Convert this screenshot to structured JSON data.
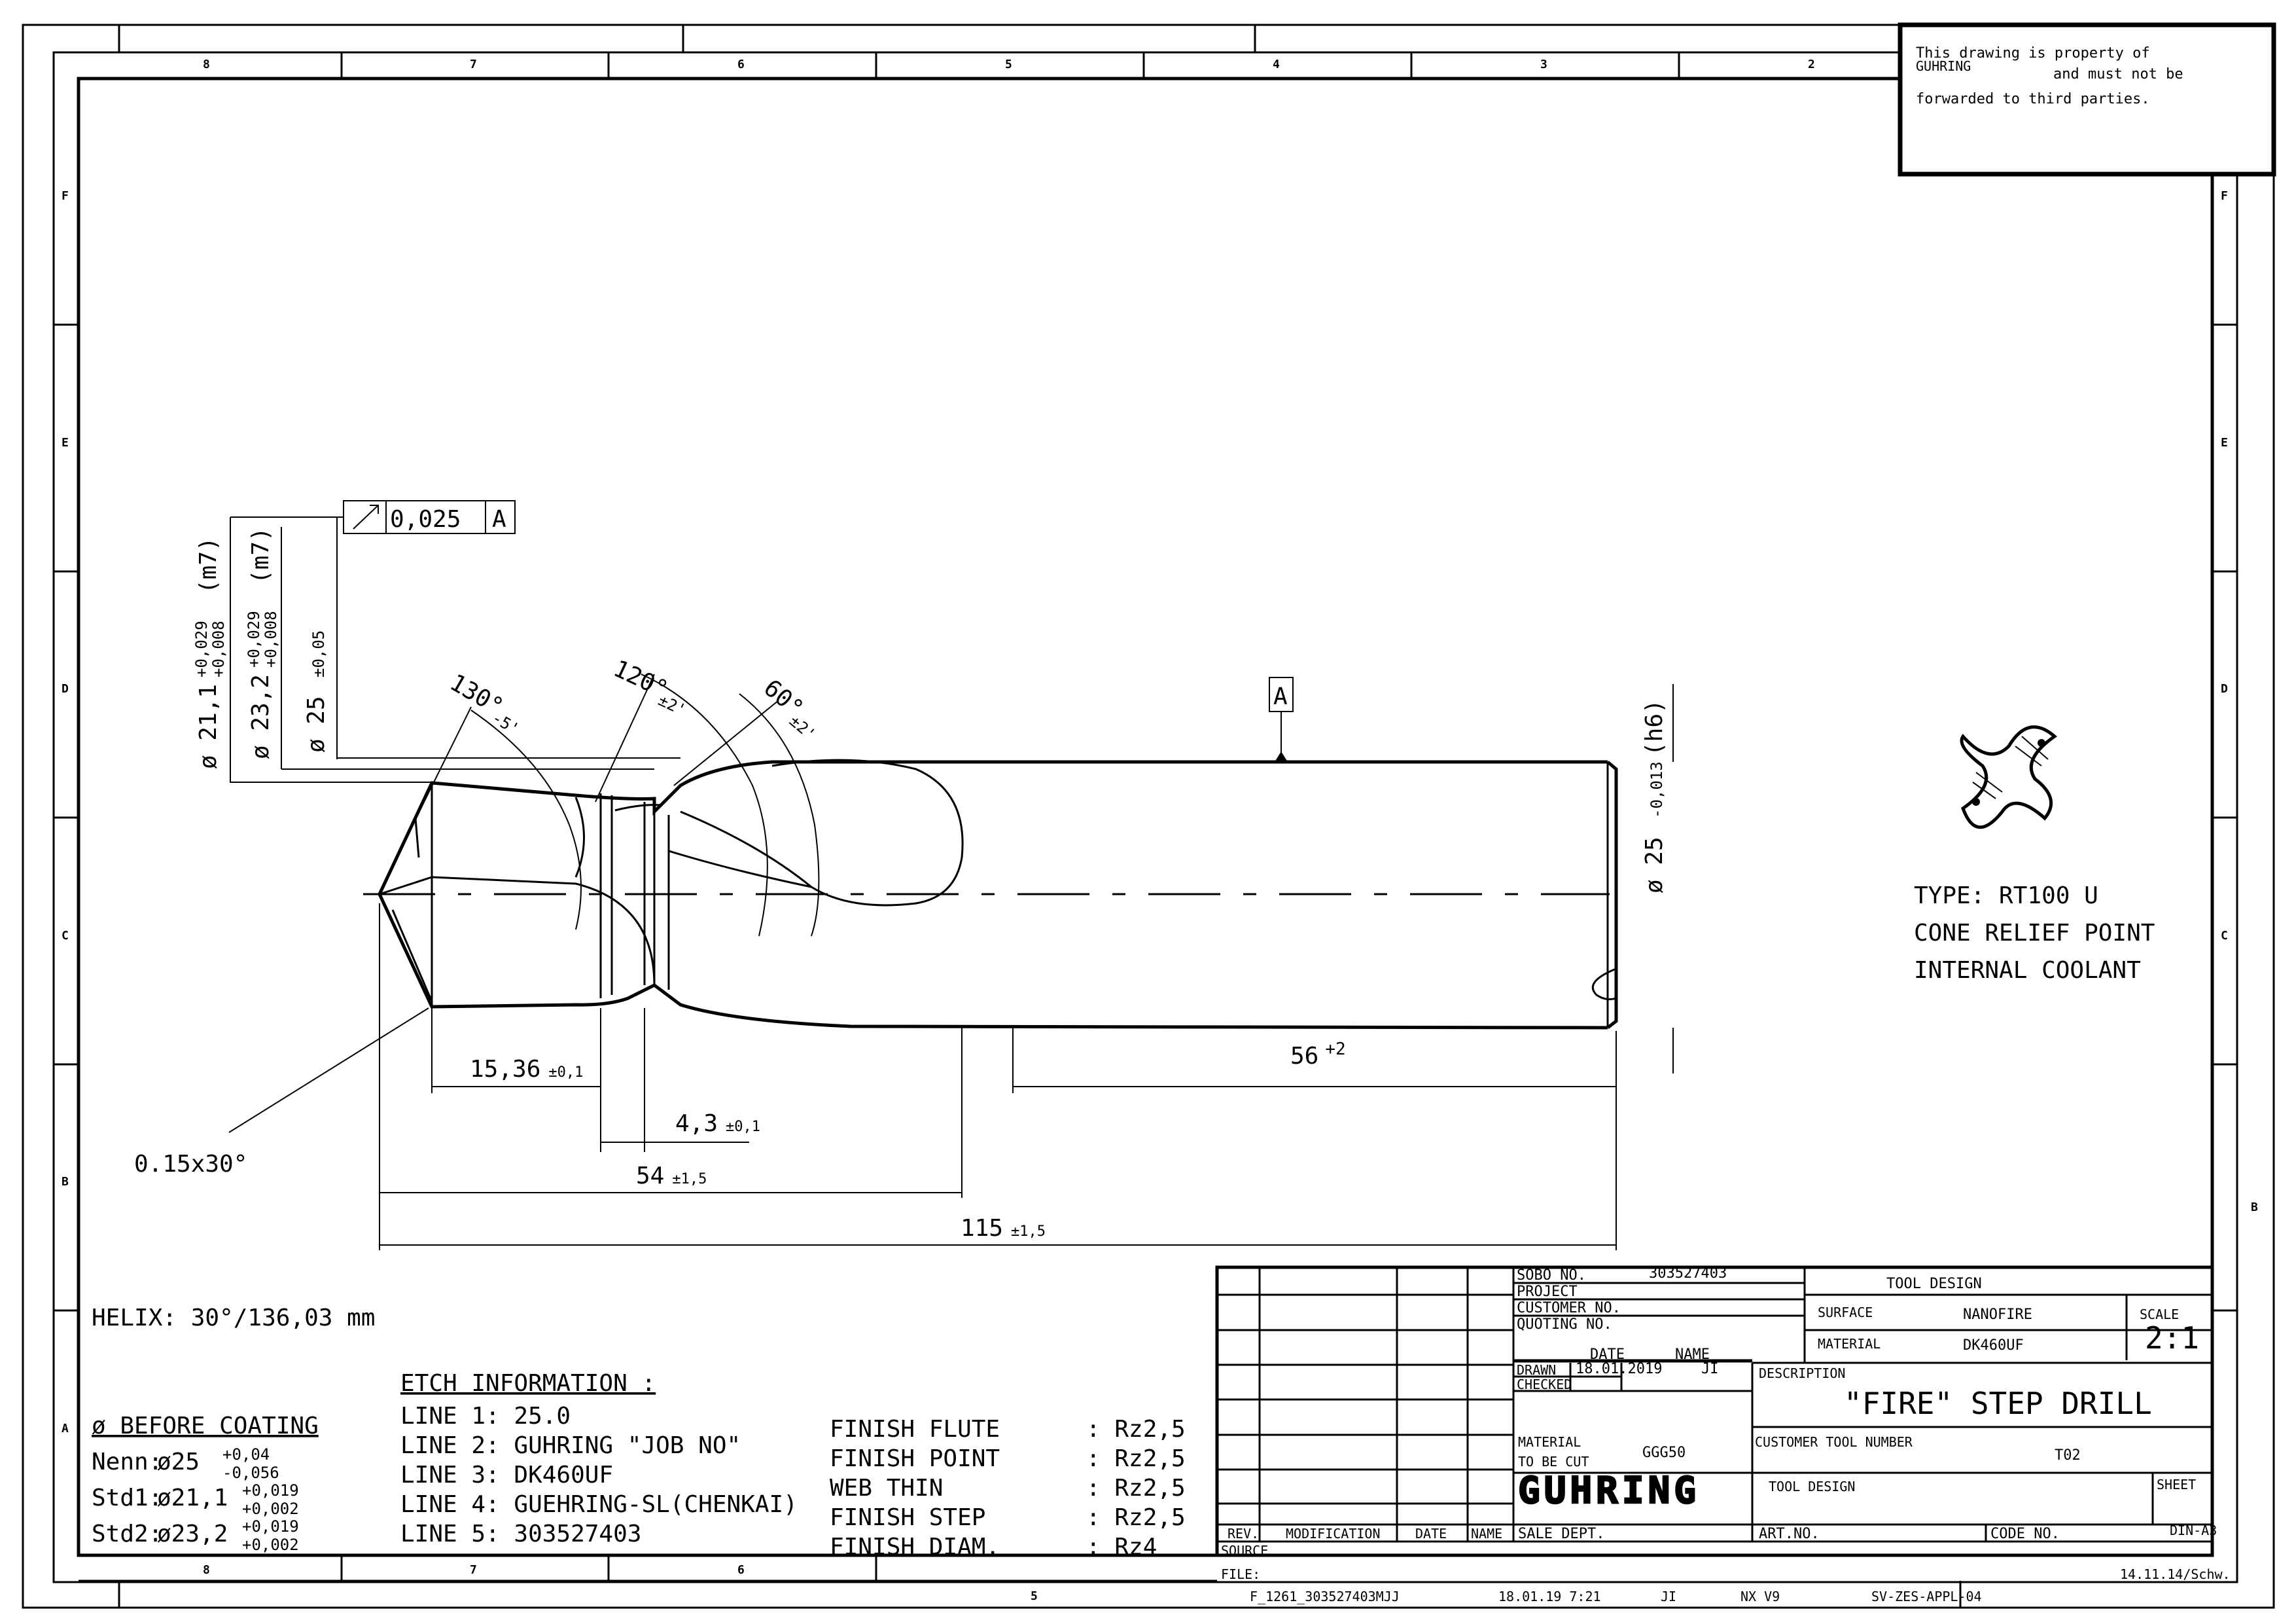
{
  "border": {
    "top_zones": [
      "8",
      "7",
      "6",
      "5",
      "4",
      "3",
      "2"
    ],
    "bottom_zones": [
      "8",
      "7",
      "6"
    ],
    "left_zones": [
      "F",
      "E",
      "D",
      "C",
      "B",
      "A"
    ],
    "right_zones": [
      "F",
      "E",
      "D",
      "C",
      "B"
    ],
    "bottom_center": "5"
  },
  "property_note": {
    "line1": "This drawing is property of",
    "company": "GUHRING",
    "line2": "and must not be",
    "line3": "forwarded to third parties."
  },
  "tolerances": {
    "runout_value": "0,025",
    "runout_datum": "A",
    "datum_label": "A",
    "dia1": "ø 21,1",
    "dia1_tol_upper": "+0,029",
    "dia1_tol_lower": "+0,008",
    "dia1_fit": "(m7)",
    "dia2": "ø 23,2",
    "dia2_tol_upper": "+0,029",
    "dia2_tol_lower": "+0,008",
    "dia2_fit": "(m7)",
    "dia3": "ø 25",
    "dia3_tol": "±0,05",
    "angle1": "130°",
    "angle1_tol": "-5'",
    "angle2": "120°",
    "angle2_tol": "±2'",
    "angle3": "60°",
    "angle3_tol": "±2'",
    "shank_dia": "ø 25",
    "shank_tol": "-0,013",
    "shank_fit": "(h6)",
    "len1": "15,36",
    "len1_tol": "±0,1",
    "len2": "4,3",
    "len2_tol": "±0,1",
    "len3": "54",
    "len3_tol": "±1,5",
    "len4": "115",
    "len4_tol": "±1,5",
    "len5": "56",
    "len5_tol": "+2",
    "chamfer": "0.15x30°"
  },
  "type_info": {
    "line1": "TYPE: RT100 U",
    "line2": "CONE RELIEF POINT",
    "line3": "INTERNAL COOLANT"
  },
  "helix": "HELIX: 30°/136,03 mm",
  "before_coating": {
    "title": "ø BEFORE COATING",
    "nenn_label": "Nenn:",
    "nenn_value": "ø25",
    "nenn_upper": "+0,04",
    "nenn_lower": "-0,056",
    "std1_label": "Std1:",
    "std1_value": "ø21,1",
    "std1_upper": "+0,019",
    "std1_lower": "+0,002",
    "std2_label": "Std2:",
    "std2_value": "ø23,2",
    "std2_upper": "+0,019",
    "std2_lower": "+0,002"
  },
  "etch": {
    "title": "ETCH INFORMATION :",
    "lines": [
      "LINE 1:  25.0",
      "LINE 2:  GUHRING \"JOB NO\"",
      "LINE 3:  DK460UF",
      "LINE 4:  GUEHRING-SL(CHENKAI)",
      "LINE 5:  303527403"
    ]
  },
  "finish": [
    {
      "label": "FINISH FLUTE",
      "value": ": Rz2,5"
    },
    {
      "label": "FINISH POINT",
      "value": ": Rz2,5"
    },
    {
      "label": "WEB THIN",
      "value": ": Rz2,5"
    },
    {
      "label": "FINISH STEP",
      "value": ": Rz2,5"
    },
    {
      "label": "FINISH DIAM.",
      "value": ": Rz4"
    }
  ],
  "title_block": {
    "sobo_label": "SOBO NO.",
    "sobo_value": "303527403",
    "project_label": "PROJECT",
    "customer_label": "CUSTOMER NO.",
    "quoting_label": "QUOTING NO.",
    "date_label": "DATE",
    "name_label": "NAME",
    "drawn_label": "DRAWN",
    "drawn_date": "18.01.2019",
    "drawn_name": "JI",
    "checked_label": "CHECKED",
    "material_cut_label1": "MATERIAL",
    "material_cut_label2": "TO BE CUT",
    "material_cut_value": "GGG50",
    "logo": "GUHRING",
    "sale_label": "SALE DEPT.",
    "tool_design_header": "TOOL DESIGN",
    "surface_label": "SURFACE",
    "surface_value": "NANOFIRE",
    "material_label": "MATERIAL",
    "material_value": "DK460UF",
    "scale_label": "SCALE",
    "scale_value": "2:1",
    "description_label": "DESCRIPTION",
    "description_value": "\"FIRE\" STEP DRILL",
    "customer_tool_label": "CUSTOMER TOOL NUMBER",
    "customer_tool_value": "T02",
    "tool_design_label": "TOOL DESIGN",
    "sheet_label": "SHEET",
    "format": "DIN-A3",
    "art_label": "ART.NO.",
    "code_label": "CODE NO.",
    "rev_label": "REV.",
    "modification_label": "MODIFICATION",
    "rev_date_label": "DATE",
    "rev_name_label": "NAME",
    "source_label": "SOURCE",
    "file_label": "FILE:",
    "template": "14.11.14/Schw."
  },
  "footer": {
    "file": "F_1261_303527403MJJ",
    "date": "18.01.19  7:21",
    "user": "JI",
    "cad": "NX V9",
    "form": "SV-ZES-APPL-04"
  }
}
